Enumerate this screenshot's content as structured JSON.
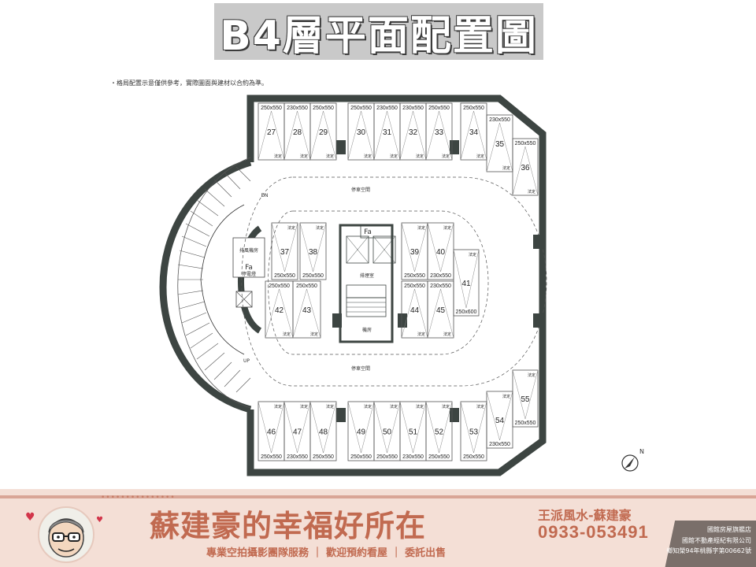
{
  "title": "B4層平面配置圖",
  "disclaimer": "・格局配置示意僅供參考，實際圖面與建材以合約為準。",
  "labels": {
    "parking_space": "停車空間",
    "dn": "DN",
    "up": "UP",
    "fan_room": "排風機房",
    "fa": "Fa",
    "fa_sub": "停電燈",
    "stair_room": "排煙室",
    "machine_room": "機房",
    "legal": "法定",
    "north": "N"
  },
  "parking": {
    "top_row": [
      {
        "num": "27",
        "dim": "250x550"
      },
      {
        "num": "28",
        "dim": "230x550"
      },
      {
        "num": "29",
        "dim": "250x550"
      },
      {
        "num": "30",
        "dim": "250x550"
      },
      {
        "num": "31",
        "dim": "230x550"
      },
      {
        "num": "32",
        "dim": "230x550"
      },
      {
        "num": "33",
        "dim": "250x550"
      },
      {
        "num": "34",
        "dim": "250x550"
      },
      {
        "num": "35",
        "dim": "230x550"
      },
      {
        "num": "36",
        "dim": "250x550"
      }
    ],
    "center_left": [
      {
        "num": "37",
        "dim": "250x550"
      },
      {
        "num": "38",
        "dim": "250x550"
      },
      {
        "num": "42",
        "dim": "250x550"
      },
      {
        "num": "43",
        "dim": "250x550"
      }
    ],
    "center_right": [
      {
        "num": "39",
        "dim": "250x550"
      },
      {
        "num": "40",
        "dim": "230x550"
      },
      {
        "num": "41",
        "dim": "250x600"
      },
      {
        "num": "44",
        "dim": "250x550"
      },
      {
        "num": "45",
        "dim": "230x550"
      }
    ],
    "bottom_row": [
      {
        "num": "46",
        "dim": "250x550"
      },
      {
        "num": "47",
        "dim": "230x550"
      },
      {
        "num": "48",
        "dim": "250x550"
      },
      {
        "num": "49",
        "dim": "250x550"
      },
      {
        "num": "50",
        "dim": "250x550"
      },
      {
        "num": "51",
        "dim": "230x550"
      },
      {
        "num": "52",
        "dim": "250x550"
      },
      {
        "num": "53",
        "dim": "250x550"
      },
      {
        "num": "54",
        "dim": "230x550"
      },
      {
        "num": "55",
        "dim": "250x550"
      }
    ]
  },
  "banner": {
    "slogan": "蘇建豪的幸福好所在",
    "services": "專業空拍攝影團隊服務 ｜ 歡迎預約看屋 ｜ 委託出售",
    "agent": "王派風水-蘇建豪",
    "phone": "0933-053491",
    "company_line1": "國館房屋旗艦店",
    "company_line2": "國館不動產經紀有限公司",
    "company_line3": "鄉知榮94年桃縣字第00662號"
  },
  "colors": {
    "wall": "#3d4542",
    "banner_bg": "#f4dfd6",
    "accent": "#c16a50",
    "heart": "#d2354a"
  }
}
